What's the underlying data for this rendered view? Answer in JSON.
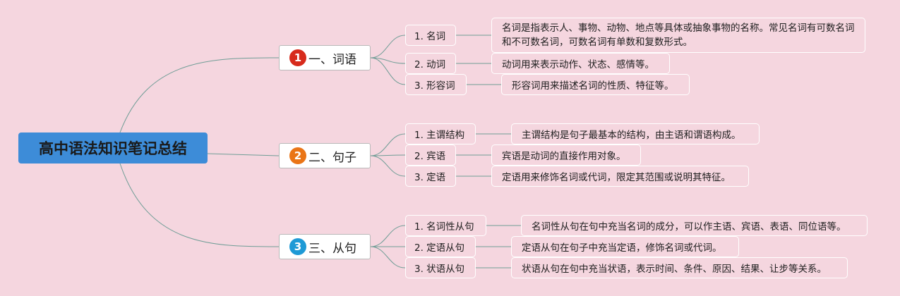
{
  "root": {
    "title": "高中语法知识笔记总结"
  },
  "topics": [
    {
      "number": "1",
      "label": "一、词语",
      "badge_color": "#d72b1c",
      "items": [
        {
          "label": "1. 名词",
          "description": "名词是指表示人、事物、动物、地点等具体或抽象事物的名称。常见名词有可数名词和不可数名词，可数名词有单数和复数形式。"
        },
        {
          "label": "2. 动词",
          "description": "动词用来表示动作、状态、感情等。"
        },
        {
          "label": "3. 形容词",
          "description": "形容词用来描述名词的性质、特征等。"
        }
      ]
    },
    {
      "number": "2",
      "label": "二、句子",
      "badge_color": "#ea7516",
      "items": [
        {
          "label": "1. 主谓结构",
          "description": "主谓结构是句子最基本的结构，由主语和谓语构成。"
        },
        {
          "label": "2. 宾语",
          "description": "宾语是动词的直接作用对象。"
        },
        {
          "label": "3. 定语",
          "description": "定语用来修饰名词或代词，限定其范围或说明其特征。"
        }
      ]
    },
    {
      "number": "3",
      "label": "三、从句",
      "badge_color": "#1e9ad6",
      "items": [
        {
          "label": "1. 名词性从句",
          "description": "名词性从句在句中充当名词的成分，可以作主语、宾语、表语、同位语等。"
        },
        {
          "label": "2. 定语从句",
          "description": "定语从句在句子中充当定语，修饰名词或代词。"
        },
        {
          "label": "3. 状语从句",
          "description": "状语从句在句中充当状语，表示时间、条件、原因、结果、让步等关系。"
        }
      ]
    }
  ]
}
